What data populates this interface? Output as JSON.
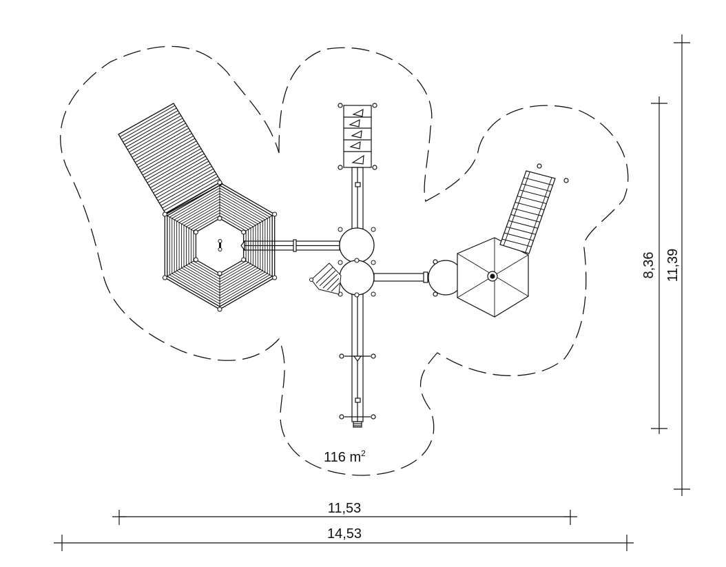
{
  "area": {
    "value": "116",
    "unit": "m",
    "superscript": "2"
  },
  "dimensions": {
    "width_inner": "11,53",
    "width_outer": "14,53",
    "height_inner": "8,36",
    "height_outer": "11,39"
  },
  "colors": {
    "ink": "#111111",
    "background": "#ffffff"
  }
}
